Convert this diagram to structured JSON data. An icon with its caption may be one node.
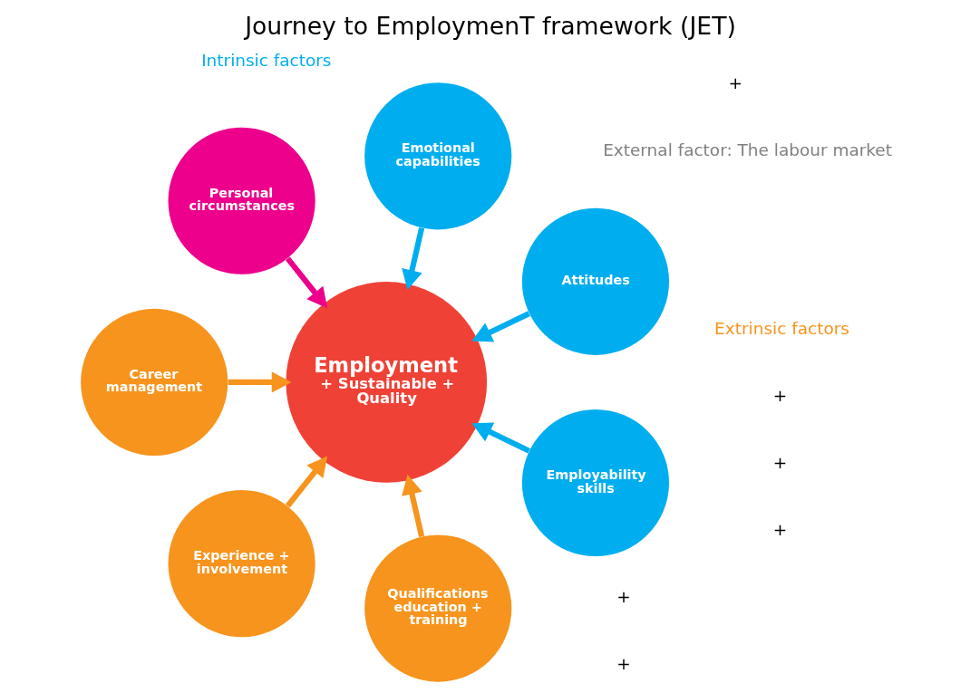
{
  "diagram": {
    "title": "Journey to EmploymenT framework (JET)",
    "caption": "External factor: The labour market",
    "nodes": [
      {
        "text": [
          "Employment",
          "+ Sustainable + Quality"
        ]
      },
      {
        "text": [
          "Employability skills"
        ]
      },
      {
        "text": [
          "Qualifications education + training"
        ]
      },
      {
        "text": [
          "Experience + involvement"
        ]
      },
      {
        "text": [
          "Career management"
        ]
      },
      {
        "text": [
          "Personal circumstances"
        ]
      },
      {
        "text": [
          "Emotional capabilities"
        ]
      },
      {
        "text": [
          "Attitudes"
        ]
      }
    ],
    "edges": [
      {
        "from": 1,
        "to": 0,
        "arrow": "to",
        "color": "#00aeef"
      },
      {
        "from": 2,
        "to": 0,
        "arrow": "to",
        "color": "#f7941d"
      },
      {
        "from": 3,
        "to": 0,
        "arrow": "to",
        "color": "#f7941d"
      },
      {
        "from": 4,
        "to": 0,
        "arrow": "to",
        "color": "#f7941d"
      },
      {
        "from": 5,
        "to": 0,
        "arrow": "to",
        "color": "#ec008c"
      },
      {
        "from": 6,
        "to": 0,
        "arrow": "to",
        "color": "#00aeef"
      },
      {
        "from": 7,
        "to": 0,
        "arrow": "to",
        "color": "#00aeef"
      }
    ],
    "labels": [
      "+",
      "+",
      "Intrinsic factors",
      "+",
      "+",
      "+",
      "+",
      "Extrinsic factors"
    ]
  }
}
